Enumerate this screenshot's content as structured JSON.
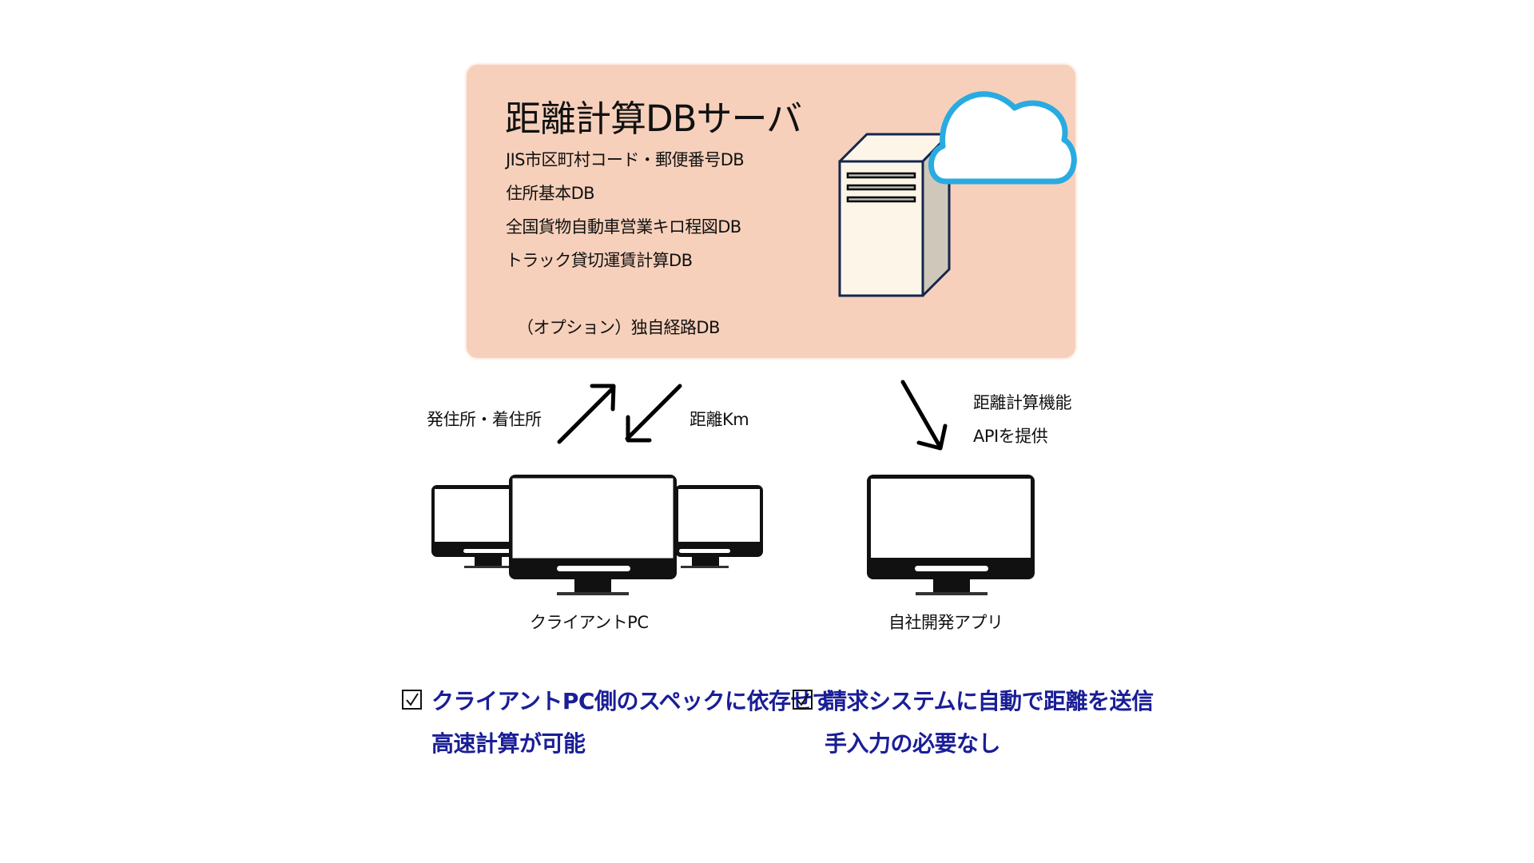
{
  "server": {
    "title": "距離計算DBサーバ",
    "databases": [
      "JIS市区町村コード・郵便番号DB",
      "住所基本DB",
      "全国貨物自動車営業キロ程図DB",
      "トラック貸切運賃計算DB"
    ],
    "option_db": "（オプション）独自経路DB",
    "icons": [
      "server-tower-icon",
      "cloud-icon"
    ],
    "colors": {
      "box_fill": "#f6d0bb",
      "cloud_stroke": "#29abe2",
      "server_outline": "#14254d"
    }
  },
  "flows": {
    "request_label": "発住所・着住所",
    "response_label": "距離Km",
    "api_label_line1": "距離計算機能",
    "api_label_line2": "APIを提供"
  },
  "clients": {
    "client_pc_label": "クライアントPC",
    "inhouse_app_label": "自社開発アプリ"
  },
  "benefits": [
    {
      "line1": "クライアントPC側のスペックに依存せず",
      "line2": "高速計算が可能",
      "checked": true
    },
    {
      "line1": "請求システムに自動で距離を送信",
      "line2": "手入力の必要なし",
      "checked": true
    }
  ],
  "benefit_color": "#1a1e96"
}
